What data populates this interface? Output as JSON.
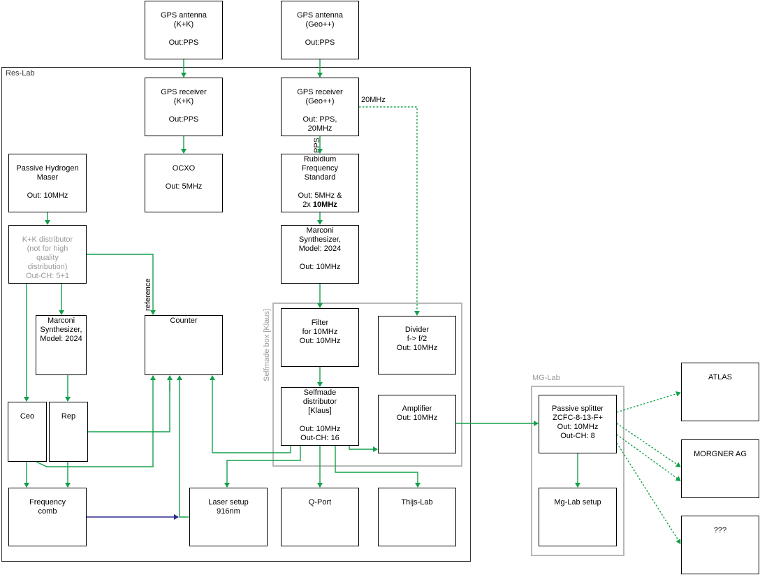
{
  "regions": {
    "res_lab": "Res-Lab",
    "selfmade_box": "Selfmade box [Klaus]",
    "mg_lab": "MG-Lab"
  },
  "boxes": {
    "gps_antenna_kk": [
      "GPS antenna",
      "(K+K)",
      "",
      "Out:PPS"
    ],
    "gps_antenna_geo": [
      "GPS antenna",
      "(Geo++)",
      "",
      "Out:PPS"
    ],
    "gps_receiver_kk": [
      "GPS receiver",
      "(K+K)",
      "",
      "Out:PPS"
    ],
    "gps_receiver_geo": [
      "GPS receiver",
      "(Geo++)",
      "",
      "Out: PPS,",
      "20MHz"
    ],
    "ocxo": [
      "OCXO",
      "",
      "Out: 5MHz"
    ],
    "hydrogen_maser": [
      "Passive Hydrogen",
      "Maser",
      "",
      "Out: 10MHz"
    ],
    "rubidium": [
      "Rubidium",
      "Frequency",
      "Standard",
      "",
      "Out: 5MHz &"
    ],
    "rubidium_last_prefix": "2x ",
    "rubidium_last_bold": "10MHz",
    "kk_distributor": [
      "K+K distributor",
      "(not for high",
      "quality",
      "distribution)",
      "Out-CH: 5+1"
    ],
    "marconi_main": [
      "Marconi",
      "Synthesizer,",
      "Model: 2024",
      "",
      "Out: 10MHz"
    ],
    "marconi_small": [
      "Marconi",
      "Synthesizer,",
      "Model: 2024"
    ],
    "counter": [
      "Counter"
    ],
    "filter": [
      "Filter",
      "for 10MHz",
      "Out: 10MHz"
    ],
    "divider": [
      "Divider",
      "f-> f/2",
      "Out: 10MHz"
    ],
    "selfmade_distributor": [
      "Selfmade",
      "distributor",
      "[Klaus]",
      "",
      "Out: 10MHz",
      "Out-CH: 16"
    ],
    "amplifier": [
      "Amplifier",
      "Out: 10MHz"
    ],
    "ceo": [
      "Ceo"
    ],
    "rep": [
      "Rep"
    ],
    "frequency_comb": [
      "Frequency",
      "comb"
    ],
    "laser_setup": [
      "Laser setup",
      "916nm"
    ],
    "q_port": [
      "Q-Port"
    ],
    "thijs_lab": [
      "Thijs-Lab"
    ],
    "passive_splitter": [
      "Passive splitter",
      "ZCFC-8-13-F+",
      "Out: 10MHz",
      "Out-CH: 8"
    ],
    "mg_lab_setup": [
      "Mg-Lab setup"
    ],
    "atlas": [
      "ATLAS"
    ],
    "morgner": [
      "MORGNER AG"
    ],
    "unknown": [
      "???"
    ]
  },
  "labels": {
    "mhz20": "20MHz",
    "pps": "PPS",
    "reference": "reference"
  },
  "colors": {
    "signal": "#13a04b",
    "laser_link": "#2b2b8c",
    "region_gray": "#b8b8b8",
    "region_border": "#333333"
  }
}
